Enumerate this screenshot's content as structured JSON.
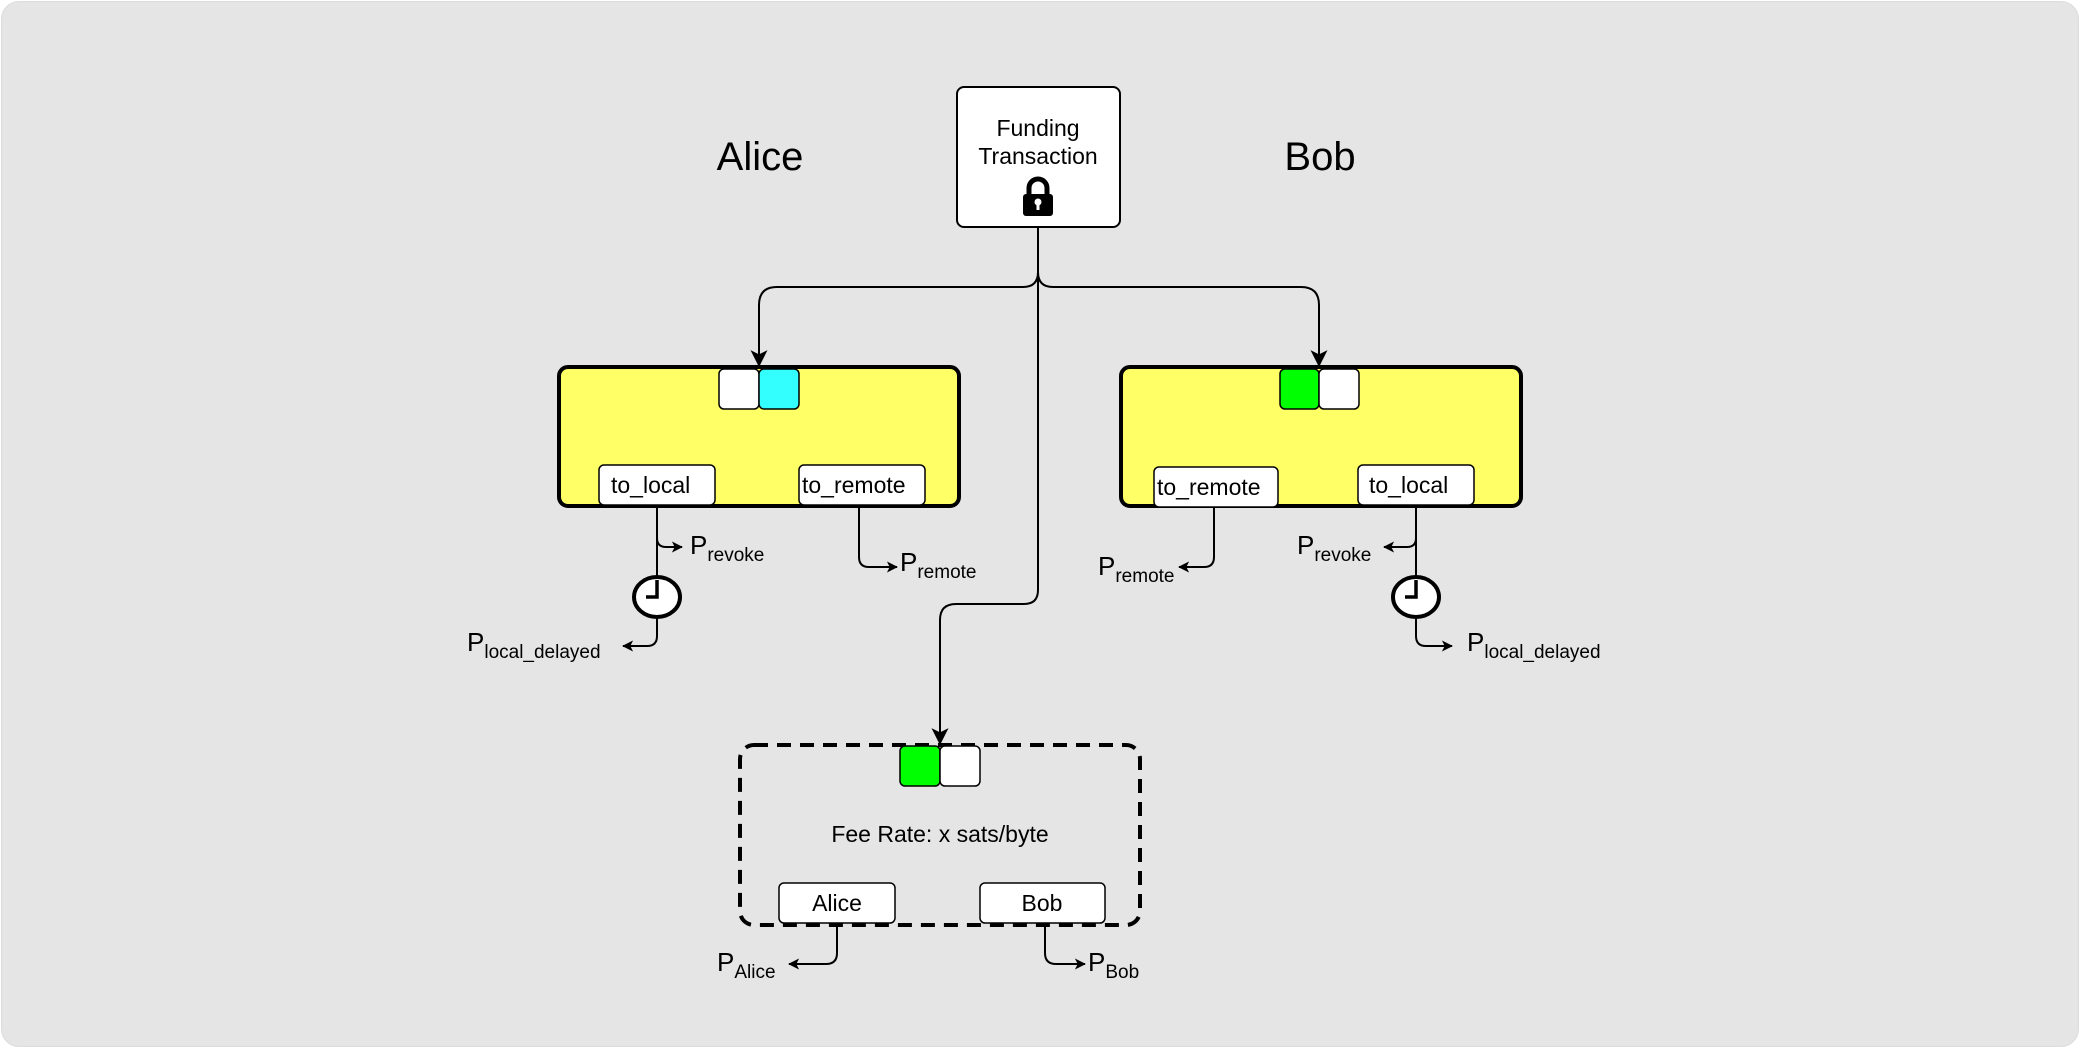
{
  "diagram": {
    "title_left": "Alice",
    "title_right": "Bob",
    "funding": {
      "line1": "Funding",
      "line2": "Transaction",
      "icon": "lock-icon"
    },
    "colors": {
      "background": "#e5e5e5",
      "commitment_fill": "#ffff66",
      "signature_cyan": "#33ffff",
      "signature_green": "#00ff00",
      "white": "#ffffff",
      "stroke": "#000000"
    },
    "alice_commitment": {
      "signatures": [
        "white",
        "cyan"
      ],
      "outputs": [
        {
          "label": "to_local"
        },
        {
          "label": "to_remote"
        }
      ],
      "paths": {
        "revoke": {
          "p": "P",
          "sub": "revoke"
        },
        "remote": {
          "p": "P",
          "sub": "remote"
        },
        "local_delayed": {
          "p": "P",
          "sub": "local_delayed"
        }
      }
    },
    "bob_commitment": {
      "signatures": [
        "green",
        "white"
      ],
      "outputs": [
        {
          "label": "to_remote"
        },
        {
          "label": "to_local"
        }
      ],
      "paths": {
        "remote": {
          "p": "P",
          "sub": "remote"
        },
        "revoke": {
          "p": "P",
          "sub": "revoke"
        },
        "local_delayed": {
          "p": "P",
          "sub": "local_delayed"
        }
      }
    },
    "closing_tx": {
      "signatures": [
        "green",
        "white"
      ],
      "fee_rate": "Fee Rate: x sats/byte",
      "outputs": [
        {
          "label": "Alice"
        },
        {
          "label": "Bob"
        }
      ],
      "paths": {
        "alice": {
          "p": "P",
          "sub": "Alice"
        },
        "bob": {
          "p": "P",
          "sub": "Bob"
        }
      }
    }
  }
}
